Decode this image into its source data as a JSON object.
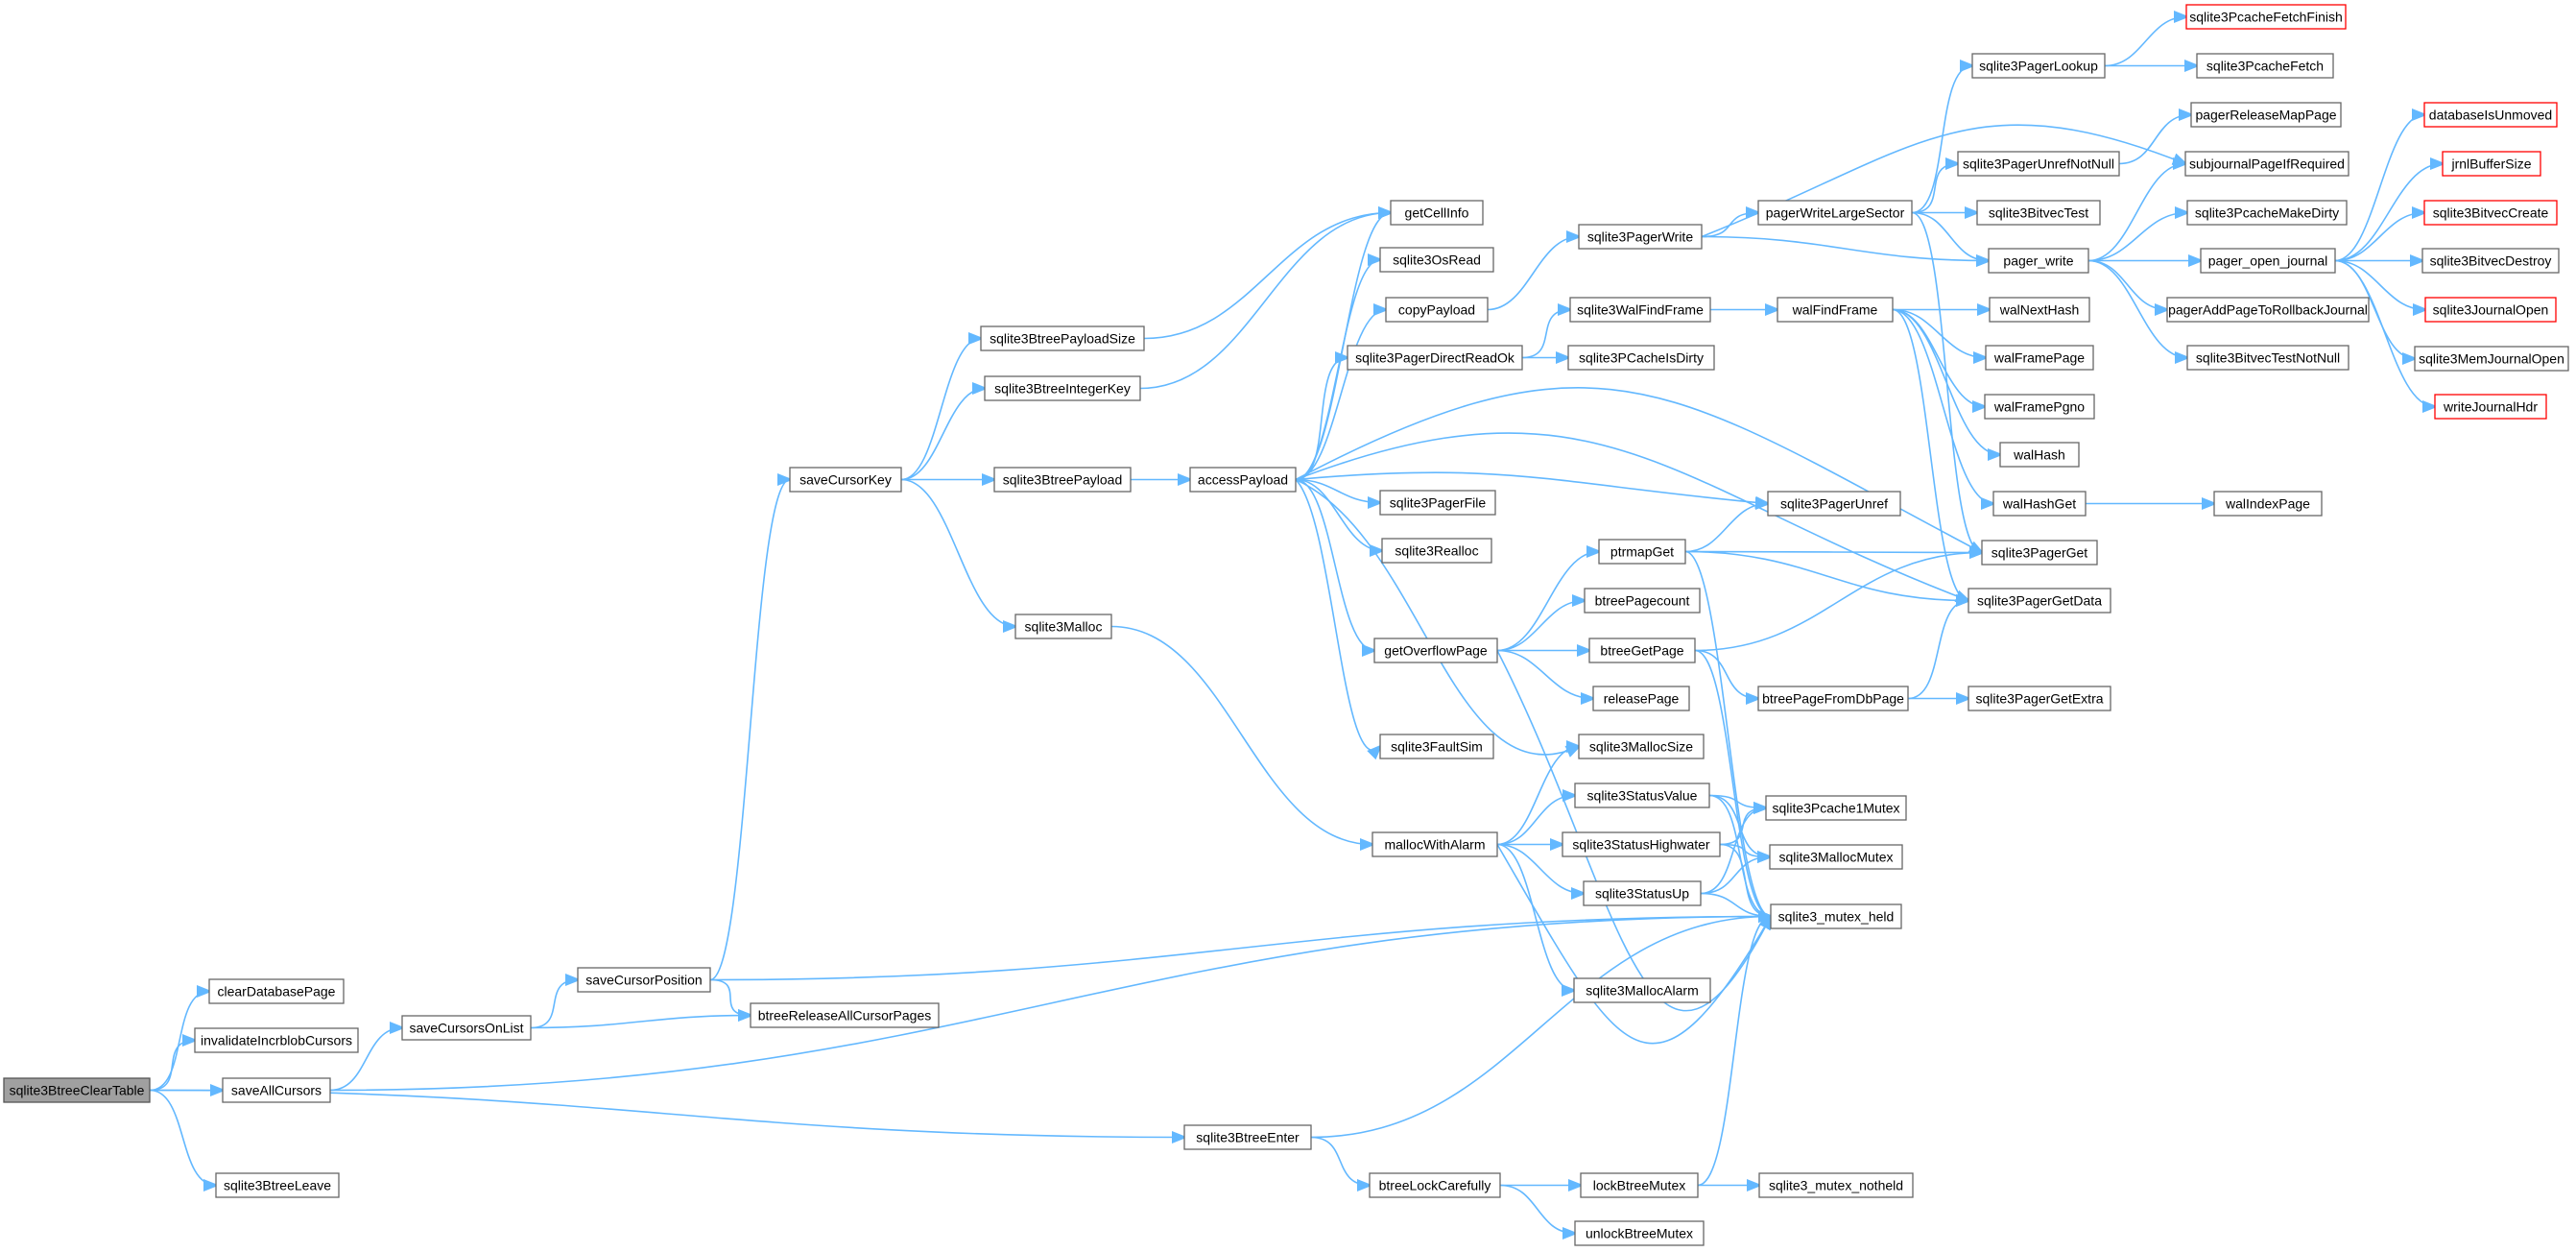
{
  "graph": {
    "title": "",
    "edge_color": "#63b8ff",
    "node_border_color": "#666666",
    "root_fill": "#a0a0a0",
    "truncated_border_color": "#ff0000",
    "nodes": [
      {
        "id": "sqlite3BtreeClearTable",
        "label": "sqlite3BtreeClearTable",
        "style": "root"
      },
      {
        "id": "clearDatabasePage",
        "label": "clearDatabasePage",
        "style": "normal"
      },
      {
        "id": "invalidateIncrblobCursors",
        "label": "invalidateIncrblobCursors",
        "style": "normal"
      },
      {
        "id": "saveAllCursors",
        "label": "saveAllCursors",
        "style": "normal"
      },
      {
        "id": "sqlite3BtreeLeave",
        "label": "sqlite3BtreeLeave",
        "style": "normal"
      },
      {
        "id": "saveCursorPosition",
        "label": "saveCursorPosition",
        "style": "normal"
      },
      {
        "id": "saveCursorsOnList",
        "label": "saveCursorsOnList",
        "style": "normal"
      },
      {
        "id": "btreeReleaseAllCursorPages",
        "label": "btreeReleaseAllCursorPages",
        "style": "normal"
      },
      {
        "id": "saveCursorKey",
        "label": "saveCursorKey",
        "style": "normal"
      },
      {
        "id": "sqlite3BtreePayloadSize",
        "label": "sqlite3BtreePayloadSize",
        "style": "normal"
      },
      {
        "id": "sqlite3BtreeIntegerKey",
        "label": "sqlite3BtreeIntegerKey",
        "style": "normal"
      },
      {
        "id": "sqlite3BtreePayload",
        "label": "sqlite3BtreePayload",
        "style": "normal"
      },
      {
        "id": "sqlite3Malloc",
        "label": "sqlite3Malloc",
        "style": "normal"
      },
      {
        "id": "accessPayload",
        "label": "accessPayload",
        "style": "normal"
      },
      {
        "id": "getCellInfo",
        "label": "getCellInfo",
        "style": "normal"
      },
      {
        "id": "sqlite3OsRead",
        "label": "sqlite3OsRead",
        "style": "normal"
      },
      {
        "id": "copyPayload",
        "label": "copyPayload",
        "style": "normal"
      },
      {
        "id": "sqlite3PagerDirectReadOk",
        "label": "sqlite3PagerDirectReadOk",
        "style": "normal"
      },
      {
        "id": "sqlite3PagerFile",
        "label": "sqlite3PagerFile",
        "style": "normal"
      },
      {
        "id": "sqlite3Realloc",
        "label": "sqlite3Realloc",
        "style": "normal"
      },
      {
        "id": "getOverflowPage",
        "label": "getOverflowPage",
        "style": "normal"
      },
      {
        "id": "sqlite3FaultSim",
        "label": "sqlite3FaultSim",
        "style": "normal"
      },
      {
        "id": "mallocWithAlarm",
        "label": "mallocWithAlarm",
        "style": "normal"
      },
      {
        "id": "sqlite3BtreeEnter",
        "label": "sqlite3BtreeEnter",
        "style": "normal"
      },
      {
        "id": "btreeLockCarefully",
        "label": "btreeLockCarefully",
        "style": "normal"
      },
      {
        "id": "sqlite3PagerWrite",
        "label": "sqlite3PagerWrite",
        "style": "normal"
      },
      {
        "id": "sqlite3WalFindFrame",
        "label": "sqlite3WalFindFrame",
        "style": "normal"
      },
      {
        "id": "sqlite3PCacheIsDirty",
        "label": "sqlite3PCacheIsDirty",
        "style": "normal"
      },
      {
        "id": "ptrmapGet",
        "label": "ptrmapGet",
        "style": "normal"
      },
      {
        "id": "btreePagecount",
        "label": "btreePagecount",
        "style": "normal"
      },
      {
        "id": "btreeGetPage",
        "label": "btreeGetPage",
        "style": "normal"
      },
      {
        "id": "releasePage",
        "label": "releasePage",
        "style": "normal"
      },
      {
        "id": "sqlite3MallocSize",
        "label": "sqlite3MallocSize",
        "style": "normal"
      },
      {
        "id": "sqlite3StatusValue",
        "label": "sqlite3StatusValue",
        "style": "normal"
      },
      {
        "id": "sqlite3StatusHighwater",
        "label": "sqlite3StatusHighwater",
        "style": "normal"
      },
      {
        "id": "sqlite3StatusUp",
        "label": "sqlite3StatusUp",
        "style": "normal"
      },
      {
        "id": "sqlite3MallocAlarm",
        "label": "sqlite3MallocAlarm",
        "style": "normal"
      },
      {
        "id": "lockBtreeMutex",
        "label": "lockBtreeMutex",
        "style": "normal"
      },
      {
        "id": "unlockBtreeMutex",
        "label": "unlockBtreeMutex",
        "style": "normal"
      },
      {
        "id": "pagerWriteLargeSector",
        "label": "pagerWriteLargeSector",
        "style": "normal"
      },
      {
        "id": "walFindFrame",
        "label": "walFindFrame",
        "style": "normal"
      },
      {
        "id": "sqlite3PagerUnref",
        "label": "sqlite3PagerUnref",
        "style": "normal"
      },
      {
        "id": "btreePageFromDbPage",
        "label": "btreePageFromDbPage",
        "style": "normal"
      },
      {
        "id": "sqlite3Pcache1Mutex",
        "label": "sqlite3Pcache1Mutex",
        "style": "normal"
      },
      {
        "id": "sqlite3MallocMutex",
        "label": "sqlite3MallocMutex",
        "style": "normal"
      },
      {
        "id": "sqlite3_mutex_held",
        "label": "sqlite3_mutex_held",
        "style": "normal"
      },
      {
        "id": "sqlite3_mutex_notheld",
        "label": "sqlite3_mutex_notheld",
        "style": "normal"
      },
      {
        "id": "sqlite3PagerLookup",
        "label": "sqlite3PagerLookup",
        "style": "normal"
      },
      {
        "id": "sqlite3PagerUnrefNotNull",
        "label": "sqlite3PagerUnrefNotNull",
        "style": "normal"
      },
      {
        "id": "sqlite3BitvecTest",
        "label": "sqlite3BitvecTest",
        "style": "normal"
      },
      {
        "id": "pager_write",
        "label": "pager_write",
        "style": "normal"
      },
      {
        "id": "walNextHash",
        "label": "walNextHash",
        "style": "normal"
      },
      {
        "id": "walFramePage",
        "label": "walFramePage",
        "style": "normal"
      },
      {
        "id": "walFramePgno",
        "label": "walFramePgno",
        "style": "normal"
      },
      {
        "id": "walHash",
        "label": "walHash",
        "style": "normal"
      },
      {
        "id": "walHashGet",
        "label": "walHashGet",
        "style": "normal"
      },
      {
        "id": "sqlite3PagerGet",
        "label": "sqlite3PagerGet",
        "style": "normal"
      },
      {
        "id": "sqlite3PagerGetData",
        "label": "sqlite3PagerGetData",
        "style": "normal"
      },
      {
        "id": "sqlite3PagerGetExtra",
        "label": "sqlite3PagerGetExtra",
        "style": "normal"
      },
      {
        "id": "sqlite3PcacheFetchFinish",
        "label": "sqlite3PcacheFetchFinish",
        "style": "truncated"
      },
      {
        "id": "sqlite3PcacheFetch",
        "label": "sqlite3PcacheFetch",
        "style": "normal"
      },
      {
        "id": "pagerReleaseMapPage",
        "label": "pagerReleaseMapPage",
        "style": "normal"
      },
      {
        "id": "subjournalPageIfRequired",
        "label": "subjournalPageIfRequired",
        "style": "normal"
      },
      {
        "id": "sqlite3PcacheMakeDirty",
        "label": "sqlite3PcacheMakeDirty",
        "style": "normal"
      },
      {
        "id": "pager_open_journal",
        "label": "pager_open_journal",
        "style": "normal"
      },
      {
        "id": "pagerAddPageToRollbackJournal",
        "label": "pagerAddPageToRollbackJournal",
        "style": "normal"
      },
      {
        "id": "sqlite3BitvecTestNotNull",
        "label": "sqlite3BitvecTestNotNull",
        "style": "normal"
      },
      {
        "id": "walIndexPage",
        "label": "walIndexPage",
        "style": "normal"
      },
      {
        "id": "databaseIsUnmoved",
        "label": "databaseIsUnmoved",
        "style": "truncated"
      },
      {
        "id": "jrnlBufferSize",
        "label": "jrnlBufferSize",
        "style": "truncated"
      },
      {
        "id": "sqlite3BitvecCreate",
        "label": "sqlite3BitvecCreate",
        "style": "truncated"
      },
      {
        "id": "sqlite3BitvecDestroy",
        "label": "sqlite3BitvecDestroy",
        "style": "normal"
      },
      {
        "id": "sqlite3JournalOpen",
        "label": "sqlite3JournalOpen",
        "style": "truncated"
      },
      {
        "id": "sqlite3MemJournalOpen",
        "label": "sqlite3MemJournalOpen",
        "style": "normal"
      },
      {
        "id": "writeJournalHdr",
        "label": "writeJournalHdr",
        "style": "truncated"
      }
    ],
    "edges": [
      [
        "sqlite3BtreeClearTable",
        "clearDatabasePage"
      ],
      [
        "sqlite3BtreeClearTable",
        "invalidateIncrblobCursors"
      ],
      [
        "sqlite3BtreeClearTable",
        "saveAllCursors"
      ],
      [
        "sqlite3BtreeClearTable",
        "sqlite3BtreeEnter"
      ],
      [
        "sqlite3BtreeClearTable",
        "sqlite3BtreeLeave"
      ],
      [
        "saveAllCursors",
        "saveCursorsOnList"
      ],
      [
        "saveAllCursors",
        "sqlite3_mutex_held"
      ],
      [
        "saveCursorsOnList",
        "saveCursorPosition"
      ],
      [
        "saveCursorsOnList",
        "btreeReleaseAllCursorPages"
      ],
      [
        "saveCursorPosition",
        "btreeReleaseAllCursorPages"
      ],
      [
        "saveCursorPosition",
        "saveCursorKey"
      ],
      [
        "saveCursorPosition",
        "sqlite3_mutex_held"
      ],
      [
        "saveCursorKey",
        "sqlite3BtreePayloadSize"
      ],
      [
        "saveCursorKey",
        "sqlite3BtreeIntegerKey"
      ],
      [
        "saveCursorKey",
        "sqlite3BtreePayload"
      ],
      [
        "saveCursorKey",
        "sqlite3Malloc"
      ],
      [
        "sqlite3BtreePayloadSize",
        "getCellInfo"
      ],
      [
        "sqlite3BtreeIntegerKey",
        "getCellInfo"
      ],
      [
        "sqlite3BtreePayload",
        "accessPayload"
      ],
      [
        "sqlite3Malloc",
        "mallocWithAlarm"
      ],
      [
        "accessPayload",
        "getCellInfo"
      ],
      [
        "accessPayload",
        "sqlite3OsRead"
      ],
      [
        "accessPayload",
        "copyPayload"
      ],
      [
        "accessPayload",
        "sqlite3PagerDirectReadOk"
      ],
      [
        "accessPayload",
        "sqlite3PagerFile"
      ],
      [
        "accessPayload",
        "sqlite3Realloc"
      ],
      [
        "accessPayload",
        "getOverflowPage"
      ],
      [
        "accessPayload",
        "sqlite3FaultSim"
      ],
      [
        "accessPayload",
        "sqlite3MallocSize"
      ],
      [
        "accessPayload",
        "sqlite3PagerGet"
      ],
      [
        "accessPayload",
        "sqlite3PagerUnref"
      ],
      [
        "accessPayload",
        "sqlite3PagerGetData"
      ],
      [
        "copyPayload",
        "sqlite3PagerWrite"
      ],
      [
        "sqlite3PagerDirectReadOk",
        "sqlite3WalFindFrame"
      ],
      [
        "sqlite3PagerDirectReadOk",
        "sqlite3PCacheIsDirty"
      ],
      [
        "getOverflowPage",
        "ptrmapGet"
      ],
      [
        "getOverflowPage",
        "btreePagecount"
      ],
      [
        "getOverflowPage",
        "btreeGetPage"
      ],
      [
        "getOverflowPage",
        "releasePage"
      ],
      [
        "getOverflowPage",
        "sqlite3_mutex_held"
      ],
      [
        "mallocWithAlarm",
        "sqlite3MallocSize"
      ],
      [
        "mallocWithAlarm",
        "sqlite3StatusValue"
      ],
      [
        "mallocWithAlarm",
        "sqlite3StatusHighwater"
      ],
      [
        "mallocWithAlarm",
        "sqlite3StatusUp"
      ],
      [
        "mallocWithAlarm",
        "sqlite3MallocAlarm"
      ],
      [
        "mallocWithAlarm",
        "sqlite3_mutex_held"
      ],
      [
        "sqlite3BtreeEnter",
        "btreeLockCarefully"
      ],
      [
        "sqlite3BtreeEnter",
        "sqlite3_mutex_held"
      ],
      [
        "btreeLockCarefully",
        "lockBtreeMutex"
      ],
      [
        "btreeLockCarefully",
        "unlockBtreeMutex"
      ],
      [
        "lockBtreeMutex",
        "sqlite3_mutex_notheld"
      ],
      [
        "lockBtreeMutex",
        "sqlite3_mutex_held"
      ],
      [
        "sqlite3PagerWrite",
        "pagerWriteLargeSector"
      ],
      [
        "sqlite3PagerWrite",
        "pager_write"
      ],
      [
        "sqlite3PagerWrite",
        "subjournalPageIfRequired"
      ],
      [
        "sqlite3WalFindFrame",
        "walFindFrame"
      ],
      [
        "ptrmapGet",
        "sqlite3PagerGet"
      ],
      [
        "ptrmapGet",
        "sqlite3PagerUnref"
      ],
      [
        "ptrmapGet",
        "sqlite3PagerGetData"
      ],
      [
        "ptrmapGet",
        "sqlite3_mutex_held"
      ],
      [
        "btreeGetPage",
        "sqlite3PagerGet"
      ],
      [
        "btreeGetPage",
        "btreePageFromDbPage"
      ],
      [
        "btreeGetPage",
        "sqlite3_mutex_held"
      ],
      [
        "sqlite3StatusValue",
        "sqlite3Pcache1Mutex"
      ],
      [
        "sqlite3StatusValue",
        "sqlite3MallocMutex"
      ],
      [
        "sqlite3StatusValue",
        "sqlite3_mutex_held"
      ],
      [
        "sqlite3StatusHighwater",
        "sqlite3Pcache1Mutex"
      ],
      [
        "sqlite3StatusHighwater",
        "sqlite3MallocMutex"
      ],
      [
        "sqlite3StatusHighwater",
        "sqlite3_mutex_held"
      ],
      [
        "sqlite3StatusUp",
        "sqlite3Pcache1Mutex"
      ],
      [
        "sqlite3StatusUp",
        "sqlite3MallocMutex"
      ],
      [
        "sqlite3StatusUp",
        "sqlite3_mutex_held"
      ],
      [
        "pagerWriteLargeSector",
        "sqlite3PagerLookup"
      ],
      [
        "pagerWriteLargeSector",
        "sqlite3PagerUnrefNotNull"
      ],
      [
        "pagerWriteLargeSector",
        "sqlite3BitvecTest"
      ],
      [
        "pagerWriteLargeSector",
        "pager_write"
      ],
      [
        "pagerWriteLargeSector",
        "sqlite3PagerGet"
      ],
      [
        "walFindFrame",
        "walNextHash"
      ],
      [
        "walFindFrame",
        "walFramePage"
      ],
      [
        "walFindFrame",
        "walFramePgno"
      ],
      [
        "walFindFrame",
        "walHash"
      ],
      [
        "walFindFrame",
        "walHashGet"
      ],
      [
        "walFindFrame",
        "sqlite3PagerGetData"
      ],
      [
        "btreePageFromDbPage",
        "sqlite3PagerGetData"
      ],
      [
        "btreePageFromDbPage",
        "sqlite3PagerGetExtra"
      ],
      [
        "sqlite3PagerLookup",
        "sqlite3PcacheFetchFinish"
      ],
      [
        "sqlite3PagerLookup",
        "sqlite3PcacheFetch"
      ],
      [
        "sqlite3PagerUnrefNotNull",
        "pagerReleaseMapPage"
      ],
      [
        "pager_write",
        "subjournalPageIfRequired"
      ],
      [
        "pager_write",
        "sqlite3PcacheMakeDirty"
      ],
      [
        "pager_write",
        "pager_open_journal"
      ],
      [
        "pager_write",
        "pagerAddPageToRollbackJournal"
      ],
      [
        "pager_write",
        "sqlite3BitvecTestNotNull"
      ],
      [
        "walHashGet",
        "walIndexPage"
      ],
      [
        "pager_open_journal",
        "databaseIsUnmoved"
      ],
      [
        "pager_open_journal",
        "jrnlBufferSize"
      ],
      [
        "pager_open_journal",
        "sqlite3BitvecCreate"
      ],
      [
        "pager_open_journal",
        "sqlite3BitvecDestroy"
      ],
      [
        "pager_open_journal",
        "sqlite3JournalOpen"
      ],
      [
        "pager_open_journal",
        "sqlite3MemJournalOpen"
      ],
      [
        "pager_open_journal",
        "writeJournalHdr"
      ]
    ]
  }
}
